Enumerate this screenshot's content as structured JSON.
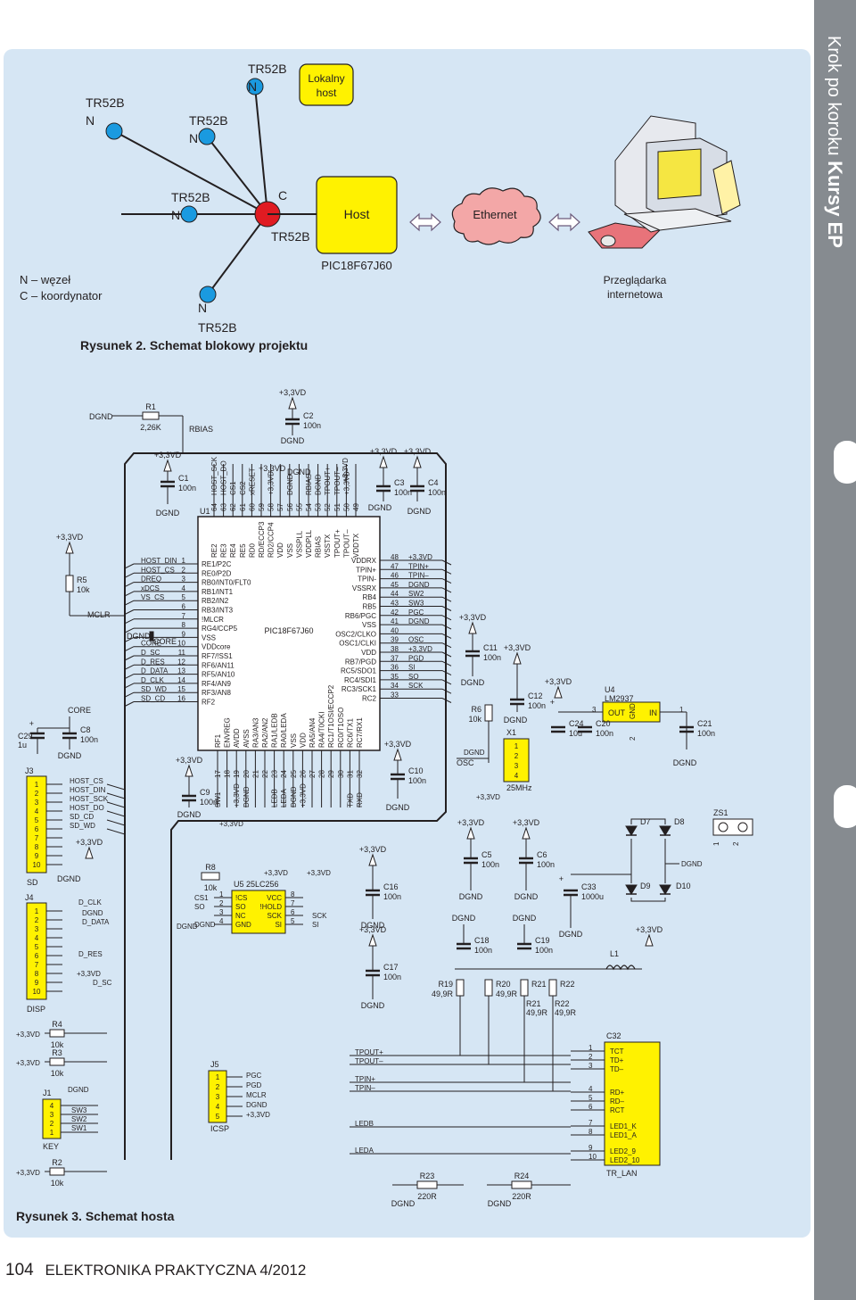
{
  "sidebar": {
    "text_light": "Krok po koroku",
    "text_bold": "Kursy EP"
  },
  "footer": {
    "page_number": "104",
    "magazine": "ELEKTRONIKA PRAKTYCZNA 4/2012"
  },
  "figure2": {
    "caption": "Rysunek 2. Schemat blokowy projektu",
    "nodes": [
      {
        "model": "TR52B",
        "role": "N"
      },
      {
        "model": "TR52B",
        "role": "N"
      },
      {
        "model": "TR52B",
        "role": "N"
      },
      {
        "model": "TR52B",
        "role": "N"
      },
      {
        "model": "TR52B",
        "role": "N"
      }
    ],
    "coordinator": {
      "role": "C",
      "model": "TR52B"
    },
    "local_host": {
      "line1": "Lokalny",
      "line2": "host"
    },
    "host": {
      "label": "Host",
      "chip": "PIC18F67J60"
    },
    "ethernet": "Ethernet",
    "browser": {
      "line1": "Przeglądarka",
      "line2": "internetowa"
    },
    "legend": [
      "N – węzeł",
      "C – koordynator"
    ]
  },
  "figure3": {
    "caption": "Rysunek 3. Schemat hosta",
    "mcu": {
      "ref": "U1",
      "part": "PIC18F67J60",
      "left_pins": [
        {
          "num": "1",
          "name": "RE1/P2C",
          "net": "HOST_DIN"
        },
        {
          "num": "2",
          "name": "RE0/P2D",
          "net": "HOST_CS"
        },
        {
          "num": "3",
          "name": "RB0/INT0/FLT0",
          "net": "DREQ"
        },
        {
          "num": "4",
          "name": "RB1/INT1",
          "net": "xDCS"
        },
        {
          "num": "5",
          "name": "RB2/IN2",
          "net": "VS_CS"
        },
        {
          "num": "6",
          "name": "RB3/INT3",
          "net": ""
        },
        {
          "num": "7",
          "name": "!MLCR",
          "net": ""
        },
        {
          "num": "8",
          "name": "RG4/CCP5",
          "net": ""
        },
        {
          "num": "9",
          "name": "VSS",
          "net": ""
        },
        {
          "num": "10",
          "name": "VDDcore",
          "net": "CORE"
        },
        {
          "num": "11",
          "name": "RF7/!SS1",
          "net": "D_SC"
        },
        {
          "num": "12",
          "name": "RF6/AN11",
          "net": "D_RES"
        },
        {
          "num": "13",
          "name": "RF5/AN10",
          "net": "D_DATA"
        },
        {
          "num": "14",
          "name": "RF4/AN9",
          "net": "D_CLK"
        },
        {
          "num": "15",
          "name": "RF3/AN8",
          "net": "SD_WD"
        },
        {
          "num": "16",
          "name": "RF2",
          "net": "SD_CD"
        }
      ],
      "right_pins": [
        {
          "num": "48",
          "name": "VDDRX",
          "net": "+3,3VD"
        },
        {
          "num": "47",
          "name": "TPIN+",
          "net": "TPIN+"
        },
        {
          "num": "46",
          "name": "TPIN-",
          "net": "TPIN–"
        },
        {
          "num": "45",
          "name": "VSSRX",
          "net": "DGND"
        },
        {
          "num": "44",
          "name": "RB4",
          "net": "SW2"
        },
        {
          "num": "43",
          "name": "RB5",
          "net": "SW3"
        },
        {
          "num": "42",
          "name": "RB6/PGC",
          "net": "PGC"
        },
        {
          "num": "41",
          "name": "VSS",
          "net": "DGND"
        },
        {
          "num": "40",
          "name": "OSC2/CLKO",
          "net": ""
        },
        {
          "num": "39",
          "name": "OSC1/CLKI",
          "net": "OSC"
        },
        {
          "num": "38",
          "name": "VDD",
          "net": "+3,3VD"
        },
        {
          "num": "37",
          "name": "RB7/PGD",
          "net": "PGD"
        },
        {
          "num": "36",
          "name": "RC5/SDO1",
          "net": "SI"
        },
        {
          "num": "35",
          "name": "RC4/SDI1",
          "net": "SO"
        },
        {
          "num": "34",
          "name": "RC3/SCK1",
          "net": "SCK"
        },
        {
          "num": "33",
          "name": "RC2",
          "net": ""
        }
      ],
      "top_pins": [
        {
          "num": "64",
          "name": "RE2",
          "net": "HOST_SCK"
        },
        {
          "num": "63",
          "name": "RE3",
          "net": "HOST_DO"
        },
        {
          "num": "62",
          "name": "RE4",
          "net": "CS1"
        },
        {
          "num": "61",
          "name": "RE5",
          "net": "CS2"
        },
        {
          "num": "60",
          "name": "RD0",
          "net": "xRESET"
        },
        {
          "num": "59",
          "name": "RD/ECCP3",
          "net": ""
        },
        {
          "num": "58",
          "name": "RD2/CCP4",
          "net": "+3,3VD"
        },
        {
          "num": "57",
          "name": "VDD",
          "net": ""
        },
        {
          "num": "56",
          "name": "VSS",
          "net": "DGND"
        },
        {
          "num": "55",
          "name": "VSSPLL",
          "net": ""
        },
        {
          "num": "54",
          "name": "VDDPLL",
          "net": "RBIAS"
        },
        {
          "num": "53",
          "name": "RBIAS",
          "net": "DGND"
        },
        {
          "num": "52",
          "name": "VSSTX",
          "net": "TPOUT+"
        },
        {
          "num": "51",
          "name": "TPOUT+",
          "net": "TPOUT–"
        },
        {
          "num": "50",
          "name": "TPOUT–",
          "net": "+3,3VD"
        },
        {
          "num": "49",
          "name": "VDDTX",
          "net": ""
        }
      ],
      "bottom_pins": [
        {
          "num": "17",
          "name": "RF1",
          "net": "SW1"
        },
        {
          "num": "18",
          "name": "ENVREG",
          "net": ""
        },
        {
          "num": "19",
          "name": "AVDD",
          "net": "+3,3VD"
        },
        {
          "num": "20",
          "name": "AVSS",
          "net": "DGND"
        },
        {
          "num": "21",
          "name": "RA3/AN3",
          "net": ""
        },
        {
          "num": "22",
          "name": "RA2/AN2",
          "net": ""
        },
        {
          "num": "23",
          "name": "RA1/LEDB",
          "net": "LEDB"
        },
        {
          "num": "24",
          "name": "RA0/LEDA",
          "net": "LEDA"
        },
        {
          "num": "25",
          "name": "VSS",
          "net": "DGND"
        },
        {
          "num": "26",
          "name": "VDD",
          "net": "+3,3VD"
        },
        {
          "num": "27",
          "name": "RA5/AN4",
          "net": ""
        },
        {
          "num": "28",
          "name": "RA4/T0CKI",
          "net": ""
        },
        {
          "num": "29",
          "name": "RC1/T1OSI/ECCP2",
          "net": ""
        },
        {
          "num": "30",
          "name": "RC0/T1OSO",
          "net": ""
        },
        {
          "num": "31",
          "name": "RC6/TX1",
          "net": "TXD"
        },
        {
          "num": "32",
          "name": "RC7/RX1",
          "net": "RXD"
        }
      ]
    },
    "power": "+3,3VD",
    "ground": "DGND",
    "r1": {
      "ref": "R1",
      "value": "2,26K",
      "net": "RBIAS"
    },
    "c2": {
      "ref": "C2",
      "value": "100n"
    },
    "c1": {
      "ref": "C1",
      "value": "100n"
    },
    "c3": {
      "ref": "C3",
      "value": "100n"
    },
    "c4": {
      "ref": "C4",
      "value": "100n"
    },
    "r5": {
      "ref": "R5",
      "value": "10k",
      "net": "MCLR"
    },
    "core_net": "CORE",
    "c29": {
      "ref": "C29",
      "value": "1u"
    },
    "c8": {
      "ref": "C8",
      "value": "100n"
    },
    "j3": {
      "ref": "J3",
      "label": "SD",
      "pins": [
        "1",
        "2",
        "3",
        "4",
        "5",
        "6",
        "7",
        "8",
        "9",
        "10"
      ],
      "nets": [
        "HOST_CS",
        "HOST_DIN",
        "HOST_SCK",
        "HOST_DO",
        "SD_CD",
        "SD_WD"
      ]
    },
    "j4": {
      "ref": "J4",
      "label": "DISP",
      "pins": [
        "1",
        "2",
        "3",
        "4",
        "5",
        "6",
        "7",
        "8",
        "9",
        "10"
      ],
      "nets": [
        "D_CLK",
        "DGND",
        "D_DATA",
        "D_RES",
        "+3,3VD",
        "D_SC"
      ]
    },
    "r4": {
      "ref": "R4",
      "value": "10k"
    },
    "r3": {
      "ref": "R3",
      "value": "10k"
    },
    "r2": {
      "ref": "R2",
      "value": "10k"
    },
    "j1": {
      "ref": "J1",
      "label": "KEY",
      "pins": [
        "4",
        "3",
        "2",
        "1"
      ],
      "nets": [
        "SW3",
        "SW2",
        "SW1"
      ]
    },
    "c9": {
      "ref": "C9",
      "value": "100n"
    },
    "r8": {
      "ref": "R8",
      "value": "10k"
    },
    "u5": {
      "ref": "U5",
      "part": "25LC256",
      "left": [
        {
          "num": "1",
          "name": "!CS",
          "net": "CS1"
        },
        {
          "num": "2",
          "name": "SO",
          "net": "SO"
        },
        {
          "num": "3",
          "name": "NC",
          "net": ""
        },
        {
          "num": "4",
          "name": "GND",
          "net": "DGND"
        }
      ],
      "right": [
        {
          "num": "8",
          "name": "VCC",
          "net": ""
        },
        {
          "num": "7",
          "name": "!HOLD",
          "net": ""
        },
        {
          "num": "6",
          "name": "SCK",
          "net": "SCK"
        },
        {
          "num": "5",
          "name": "SI",
          "net": "SI"
        }
      ]
    },
    "j5": {
      "ref": "J5",
      "label": "ICSP",
      "pins": [
        "1",
        "2",
        "3",
        "4",
        "5"
      ],
      "nets": [
        "PGC",
        "PGD",
        "MCLR",
        "DGND",
        "+3,3VD"
      ]
    },
    "c10": {
      "ref": "C10",
      "value": "100n"
    },
    "c16": {
      "ref": "C16",
      "value": "100n"
    },
    "c17": {
      "ref": "C17",
      "value": "100n"
    },
    "c11": {
      "ref": "C11",
      "value": "100n"
    },
    "r6": {
      "ref": "R6",
      "value": "10k"
    },
    "osc_net": "OSC",
    "c12": {
      "ref": "C12",
      "value": "100n"
    },
    "x1": {
      "ref": "X1",
      "value": "25MHz",
      "pins": [
        "1",
        "2",
        "3",
        "4"
      ]
    },
    "u4": {
      "ref": "U4",
      "part": "LM2937",
      "out": "OUT",
      "gnd": "GND",
      "in": "IN",
      "pin_out": "3",
      "pin_gnd": "2",
      "pin_in": "1"
    },
    "c24": {
      "ref": "C24",
      "value": "10u"
    },
    "c20": {
      "ref": "C20",
      "value": "100n"
    },
    "c21": {
      "ref": "C21",
      "value": "100n"
    },
    "c5": {
      "ref": "C5",
      "value": "100n"
    },
    "c6": {
      "ref": "C6",
      "value": "100n"
    },
    "c33": {
      "ref": "C33",
      "value": "1000u"
    },
    "d7": "D7",
    "d8": "D8",
    "d9": "D9",
    "d10": "D10",
    "zs1": {
      "ref": "ZS1",
      "pins": [
        "1",
        "2"
      ]
    },
    "c18": {
      "ref": "C18",
      "value": "100n"
    },
    "c19": {
      "ref": "C19",
      "value": "100n"
    },
    "l1": "L1",
    "r19": {
      "ref": "R19",
      "value": "49,9R"
    },
    "r20": {
      "ref": "R20",
      "value": "49,9R"
    },
    "r21": {
      "ref": "R21",
      "value": "49,9R"
    },
    "r22": {
      "ref": "R22",
      "value": "49,9R"
    },
    "c32": {
      "ref": "C32",
      "part": "TR_LAN",
      "pins": [
        {
          "num": "1",
          "name": "TCT"
        },
        {
          "num": "2",
          "name": "TD+"
        },
        {
          "num": "3",
          "name": "TD–"
        },
        {
          "num": "4",
          "name": "RD+"
        },
        {
          "num": "5",
          "name": "RD–"
        },
        {
          "num": "6",
          "name": "RCT"
        },
        {
          "num": "7",
          "name": "LED1_K"
        },
        {
          "num": "8",
          "name": "LED1_A"
        },
        {
          "num": "9",
          "name": "LED2_9"
        },
        {
          "num": "10",
          "name": "LED2_10"
        }
      ]
    },
    "lan_nets": [
      "TPOUT+",
      "TPOUT–",
      "TPIN+",
      "TPIN–",
      "LEDB",
      "LEDA"
    ],
    "r23": {
      "ref": "R23",
      "value": "220R"
    },
    "r24": {
      "ref": "R24",
      "value": "220R"
    }
  }
}
